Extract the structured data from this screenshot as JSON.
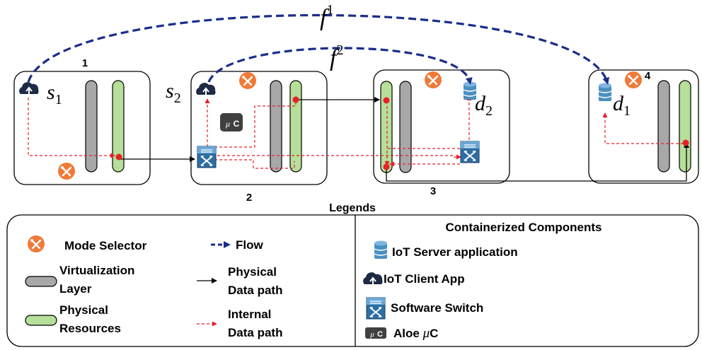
{
  "colors": {
    "flow": "#1a2d8c",
    "physical_path": "#000000",
    "internal_path": "#e8202a",
    "mode_selector": "#f07a38",
    "virtualization_layer": "#a8a8a8",
    "physical_resources": "#b6df9a",
    "switch": "#4a8fbf",
    "cloud": "#1f2a44",
    "aloe": "#404040"
  },
  "nodes": [
    {
      "number": "1"
    },
    {
      "number": "2"
    },
    {
      "number": "3"
    },
    {
      "number": "4"
    }
  ],
  "flows": [
    {
      "base": "f",
      "sup": "1"
    },
    {
      "base": "f",
      "sup": "2"
    }
  ],
  "endpoints": {
    "s1": {
      "base": "s",
      "sub": "1"
    },
    "s2": {
      "base": "s",
      "sub": "2"
    },
    "d1": {
      "base": "d",
      "sub": "1"
    },
    "d2": {
      "base": "d",
      "sub": "2"
    }
  },
  "aloe_badge": {
    "mu": "μ",
    "c": "C"
  },
  "legend": {
    "title": "Legends",
    "mode_selector": "Mode Selector",
    "flow": "Flow",
    "virtualization_layer": [
      "Virtualization",
      "Layer"
    ],
    "physical_data_path": [
      "Physical",
      "Data path"
    ],
    "physical_resources": [
      "Physical",
      "Resources"
    ],
    "internal_data_path": [
      "Internal",
      "Data path"
    ],
    "containerized_title": "Containerized Components",
    "iot_server": "IoT Server application",
    "iot_client": "IoT Client App",
    "software_switch": "Software Switch",
    "aloe_prefix": "Aloe ",
    "aloe_mu": "μ",
    "aloe_c": "C"
  }
}
